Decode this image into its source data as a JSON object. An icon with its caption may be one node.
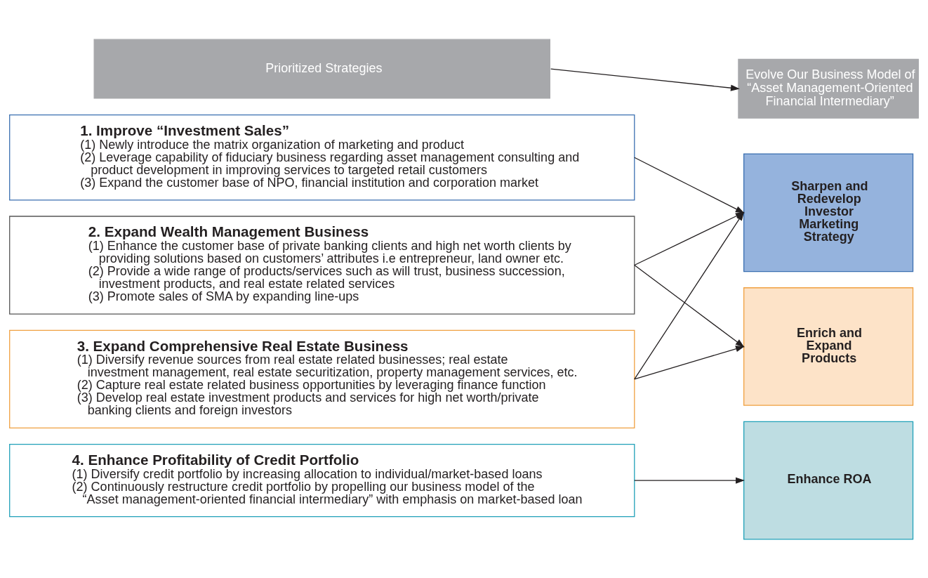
{
  "diagram": {
    "nodes": [
      {
        "text": [
          "Prioritized Strategies"
        ]
      },
      {
        "text": [
          "Evolve Our Business Model of “Asset Management-Oriented Financial Intermediary”"
        ]
      },
      {
        "text": [
          "1. Improve “Investment Sales”",
          "(1) Newly introduce the matrix organization of marketing and product",
          "(2) Leverage capability of fiduciary business regarding asset management consulting and product development in improving services to targeted retail customers",
          "(3) Expand the customer base of NPO, financial institution and corporation market"
        ]
      },
      {
        "text": [
          "2. Expand Wealth Management Business",
          "(1) Enhance the customer base of private banking clients and high net worth clients by providing solutions based on customers’ attributes i.e entrepreneur, land owner etc.",
          "(2) Provide a wide range of products/services such as will trust, business succession, investment products, and real estate related services",
          "(3) Promote sales of SMA by expanding line-ups"
        ]
      },
      {
        "text": [
          "3. Expand Comprehensive Real Estate Business",
          "(1) Diversify revenue sources from real estate related businesses; real estate investment management, real estate securitization, property management services, etc.",
          "(2) Capture real estate related business opportunities by leveraging finance function",
          "(3) Develop real estate investment products and services for high net worth/private banking clients and foreign investors"
        ]
      },
      {
        "text": [
          "4. Enhance Profitability of Credit Portfolio",
          "(1) Diversify credit portfolio by increasing allocation to individual/market-based loans",
          "(2) Continuously restructure credit portfolio by propelling our business model of the “Asset management-oriented financial intermediary” with emphasis on market-based loan"
        ]
      },
      {
        "text": [
          "Sharpen and Redevelop Investor Marketing Strategy"
        ]
      },
      {
        "text": [
          "Enrich and Expand Products"
        ]
      },
      {
        "text": [
          "Enhance ROA"
        ]
      }
    ],
    "edges": [
      {
        "from": 0,
        "to": 1,
        "arrow": "to"
      },
      {
        "from": 2,
        "to": 6,
        "arrow": "to"
      },
      {
        "from": 3,
        "to": 6,
        "arrow": "to"
      },
      {
        "from": 3,
        "to": 7,
        "arrow": "to"
      },
      {
        "from": 4,
        "to": 6,
        "arrow": "to"
      },
      {
        "from": 4,
        "to": 7,
        "arrow": "to"
      },
      {
        "from": 5,
        "to": 8,
        "arrow": "to"
      }
    ]
  }
}
